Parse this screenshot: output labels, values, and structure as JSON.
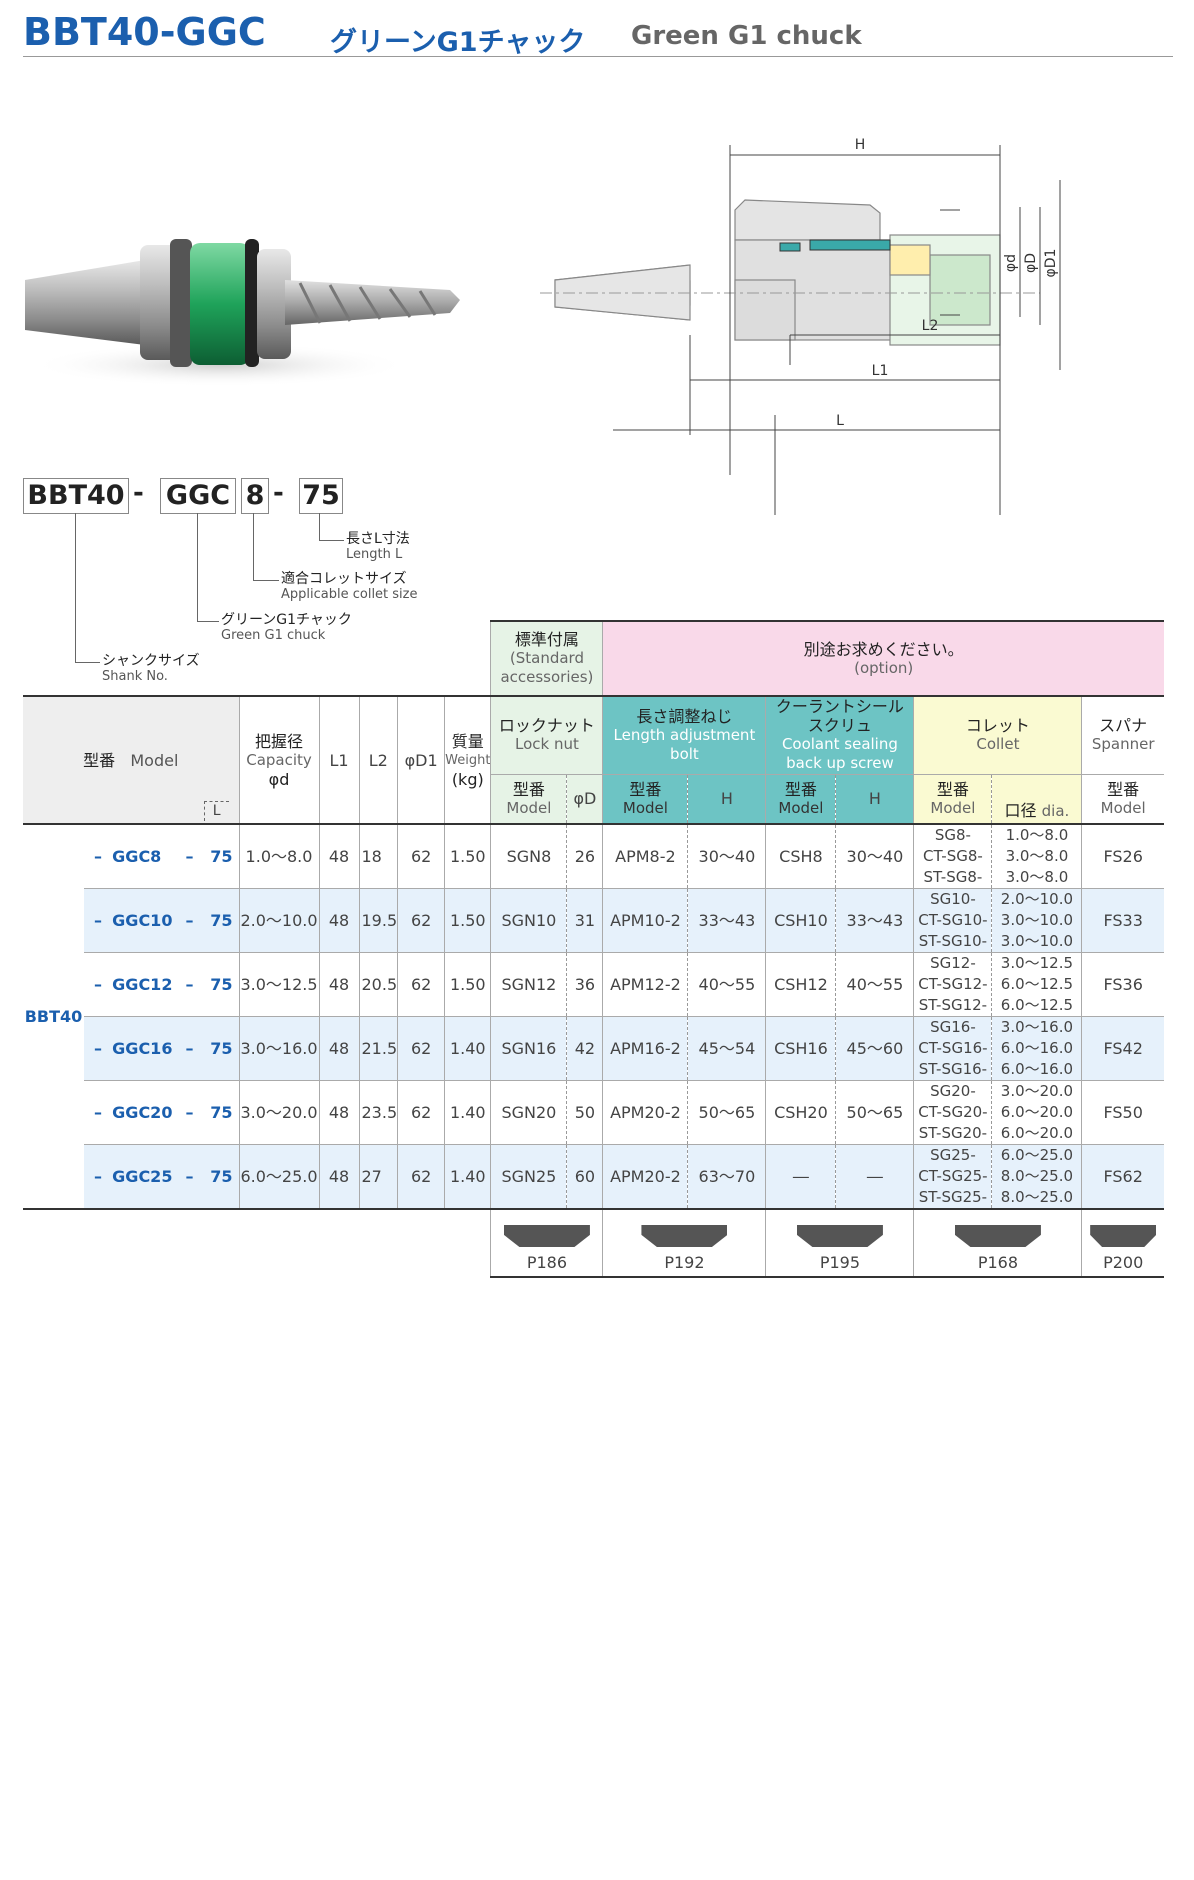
{
  "header": {
    "title": "BBT40-GGC",
    "title_jp": "グリーンG1チャック",
    "title_en": "Green G1 chuck"
  },
  "model_code": {
    "parts": [
      "BBT40",
      "GGC",
      "8",
      "75"
    ],
    "separator": "-",
    "legend": [
      {
        "jp": "長さL寸法",
        "en": "Length L"
      },
      {
        "jp": "適合コレットサイズ",
        "en": "Applicable collet size"
      },
      {
        "jp": "グリーンG1チャック",
        "en": "Green G1 chuck"
      },
      {
        "jp": "シャンクサイズ",
        "en": "Shank No."
      }
    ]
  },
  "drawing": {
    "labels": {
      "H": "H",
      "L": "L",
      "L1": "L1",
      "L2": "L2",
      "d": "φd",
      "D": "φD",
      "D1": "φD1"
    }
  },
  "table": {
    "std_acc": {
      "jp": "標準付属",
      "en1": "(Standard",
      "en2": "accessories)"
    },
    "option": {
      "jp": "別途お求めください。",
      "en": "(option)"
    },
    "headers": {
      "model_jp": "型番",
      "model_en": "Model",
      "capacity_jp": "把握径",
      "capacity_en": "Capacity",
      "capacity_sym": "φd",
      "l1": "L1",
      "l2": "L2",
      "d1": "φD1",
      "weight_jp": "質量",
      "weight_en": "Weight",
      "weight_unit": "(kg)",
      "l_label": "L",
      "locknut_jp": "ロックナット",
      "locknut_en": "Lock nut",
      "bolt_jp": "長さ調整ねじ",
      "bolt_en1": "Length adjustment",
      "bolt_en2": "bolt",
      "coolant_jp1": "クーラントシール",
      "coolant_jp2": "スクリュ",
      "coolant_en1": "Coolant sealing",
      "coolant_en2": "back up screw",
      "collet_jp": "コレット",
      "collet_en": "Collet",
      "spanner_jp": "スパナ",
      "spanner_en": "Spanner",
      "sub_model_jp": "型番",
      "sub_model_en": "Model",
      "sub_D": "φD",
      "sub_H": "H",
      "sub_dia_jp": "口径",
      "sub_dia_en": "dia."
    },
    "shank": "BBT40",
    "dash": "–",
    "rows": [
      {
        "model": "GGC8",
        "len": "75",
        "capacity": "1.0～8.0",
        "l1": "48",
        "l2": "18",
        "d1": "62",
        "weight": "1.50",
        "nut": "SGN8",
        "nutD": "26",
        "bolt": "APM8-2",
        "boltH": "30～40",
        "screw": "CSH8",
        "screwH": "30～40",
        "collets": [
          "SG8-",
          "CT-SG8-",
          "ST-SG8-"
        ],
        "dias": [
          "1.0～8.0",
          "3.0～8.0",
          "3.0～8.0"
        ],
        "spanner": "FS26"
      },
      {
        "model": "GGC10",
        "len": "75",
        "capacity": "2.0～10.0",
        "l1": "48",
        "l2": "19.5",
        "d1": "62",
        "weight": "1.50",
        "nut": "SGN10",
        "nutD": "31",
        "bolt": "APM10-2",
        "boltH": "33～43",
        "screw": "CSH10",
        "screwH": "33～43",
        "collets": [
          "SG10-",
          "CT-SG10-",
          "ST-SG10-"
        ],
        "dias": [
          "2.0～10.0",
          "3.0～10.0",
          "3.0～10.0"
        ],
        "spanner": "FS33"
      },
      {
        "model": "GGC12",
        "len": "75",
        "capacity": "3.0～12.5",
        "l1": "48",
        "l2": "20.5",
        "d1": "62",
        "weight": "1.50",
        "nut": "SGN12",
        "nutD": "36",
        "bolt": "APM12-2",
        "boltH": "40～55",
        "screw": "CSH12",
        "screwH": "40～55",
        "collets": [
          "SG12-",
          "CT-SG12-",
          "ST-SG12-"
        ],
        "dias": [
          "3.0～12.5",
          "6.0～12.5",
          "6.0～12.5"
        ],
        "spanner": "FS36"
      },
      {
        "model": "GGC16",
        "len": "75",
        "capacity": "3.0～16.0",
        "l1": "48",
        "l2": "21.5",
        "d1": "62",
        "weight": "1.40",
        "nut": "SGN16",
        "nutD": "42",
        "bolt": "APM16-2",
        "boltH": "45～54",
        "screw": "CSH16",
        "screwH": "45～60",
        "collets": [
          "SG16-",
          "CT-SG16-",
          "ST-SG16-"
        ],
        "dias": [
          "3.0～16.0",
          "6.0～16.0",
          "6.0～16.0"
        ],
        "spanner": "FS42"
      },
      {
        "model": "GGC20",
        "len": "75",
        "capacity": "3.0～20.0",
        "l1": "48",
        "l2": "23.5",
        "d1": "62",
        "weight": "1.40",
        "nut": "SGN20",
        "nutD": "50",
        "bolt": "APM20-2",
        "boltH": "50～65",
        "screw": "CSH20",
        "screwH": "50～65",
        "collets": [
          "SG20-",
          "CT-SG20-",
          "ST-SG20-"
        ],
        "dias": [
          "3.0～20.0",
          "6.0～20.0",
          "6.0～20.0"
        ],
        "spanner": "FS50"
      },
      {
        "model": "GGC25",
        "len": "75",
        "capacity": "6.0～25.0",
        "l1": "48",
        "l2": "27",
        "d1": "62",
        "weight": "1.40",
        "nut": "SGN25",
        "nutD": "60",
        "bolt": "APM20-2",
        "boltH": "63～70",
        "screw": "―",
        "screwH": "―",
        "collets": [
          "SG25-",
          "CT-SG25-",
          "ST-SG25-"
        ],
        "dias": [
          "6.0～25.0",
          "8.0～25.0",
          "8.0～25.0"
        ],
        "spanner": "FS62"
      }
    ],
    "pages": [
      "P186",
      "P192",
      "P195",
      "P168",
      "P200"
    ]
  }
}
